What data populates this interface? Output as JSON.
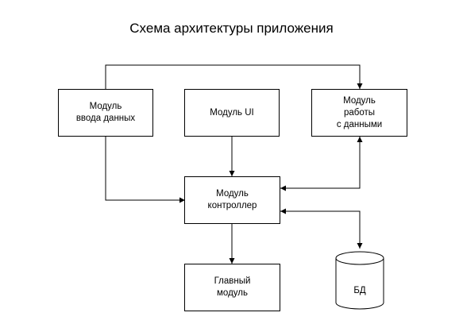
{
  "diagram": {
    "title": "Схема архитектуры приложения",
    "nodes": {
      "input": {
        "label": "Модуль\nввода данных"
      },
      "ui": {
        "label": "Модуль UI"
      },
      "data": {
        "label": "Модуль\nработы\nс данными"
      },
      "controller": {
        "label": "Модуль\nконтроллер"
      },
      "main": {
        "label": "Главный\nмодуль"
      },
      "db": {
        "label": "БД",
        "shape": "cylinder"
      }
    },
    "edges": [
      {
        "from": "input",
        "to": "data",
        "style": "arrow"
      },
      {
        "from": "input",
        "to": "controller",
        "style": "arrow"
      },
      {
        "from": "ui",
        "to": "controller",
        "style": "arrow"
      },
      {
        "from": "controller",
        "to": "data",
        "style": "bidirectional"
      },
      {
        "from": "controller",
        "to": "main",
        "style": "arrow"
      },
      {
        "from": "controller",
        "to": "db",
        "style": "bidirectional"
      }
    ]
  }
}
